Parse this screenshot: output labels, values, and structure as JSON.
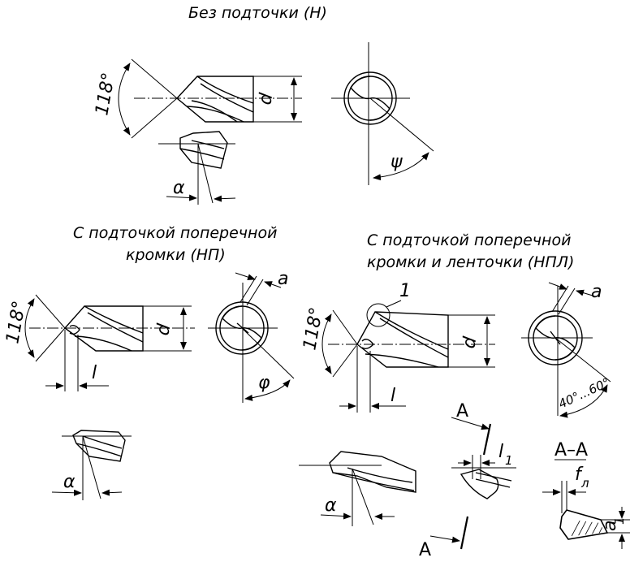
{
  "headers": {
    "no_thinning": "Без подточки (Н)",
    "np_line1": "С подточкой поперечной",
    "np_line2": "кромки (НП)",
    "npl_line1": "С подточкой поперечной",
    "npl_line2": "кромки и ленточки (НПЛ)"
  },
  "labels": {
    "angle_118_a": "118°",
    "angle_118_b": "118°",
    "angle_118_c": "118°",
    "d_a": "d",
    "d_b": "d",
    "d_c": "d",
    "psi": "ψ",
    "phi": "φ",
    "alpha_a": "α",
    "alpha_b": "α",
    "alpha_c": "α",
    "a_b": "a",
    "a_c": "a",
    "l_b": "l",
    "l_c": "l",
    "l1_main": "l",
    "l1_sub": "1",
    "callout_1": "1",
    "angle_range": "40°...60°",
    "section_A_top": "A",
    "section_A_bottom": "A",
    "section_title": "A–A",
    "f_main": "f",
    "f_sub": "л",
    "a1_main": "a",
    "a1_sub": "1"
  }
}
